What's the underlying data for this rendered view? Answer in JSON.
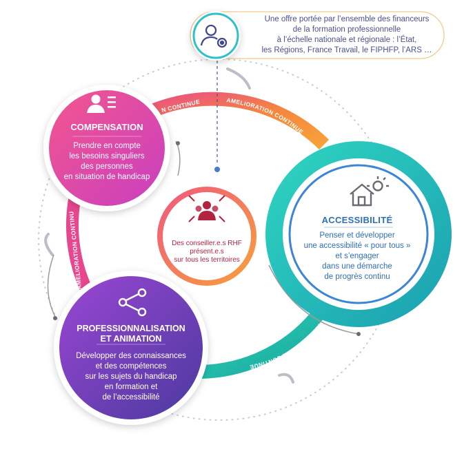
{
  "top_box": {
    "text_lines": [
      "Une offre portée par l’ensemble des financeurs",
      "de la formation professionnelle",
      "à l’échelle nationale et régionale : l’État,",
      "les Régions, France Travail, le FIPHFP, l’ARS …"
    ],
    "icon": "user-gear-icon"
  },
  "ring_labels": {
    "top_left": "N CONTINUE",
    "top_right": "AMELIORATION CONTINUE",
    "left": "AMELIORATION CONTINUE",
    "bottom_right": "AMELIORATION CONTINUE"
  },
  "compensation": {
    "title": "COMPENSATION",
    "desc_lines": [
      "Prendre en compte",
      "les besoins singuliers",
      "des personnes",
      "en situation de handicap"
    ],
    "icon": "user-list-icon"
  },
  "center": {
    "lines": [
      "Des conseiller.e.s RHF",
      "présent.e.s",
      "sur tous les territoires"
    ],
    "icon": "group-arrows-icon"
  },
  "accessibilite": {
    "title": "ACCESSIBILITÉ",
    "desc_lines": [
      "Penser et développer",
      "une accessibilité « pour tous »",
      "et s’engager",
      "dans une démarche",
      "de progrès continu"
    ],
    "icon": "house-lightbulb-icon"
  },
  "professionnalisation": {
    "title_lines": [
      "PROFESSIONNALISATION",
      "ET ANIMATION"
    ],
    "desc_lines": [
      "Développer des connaissances",
      "et des compétences",
      "sur les sujets du handicap",
      "en formation et",
      "de l’accessibilité"
    ],
    "icon": "share-icon"
  },
  "colors": {
    "pink": "#e8468f",
    "orange": "#f59a3a",
    "teal": "#1fc2b8",
    "purple": "#7a3fbf",
    "navy": "#4a5190"
  }
}
